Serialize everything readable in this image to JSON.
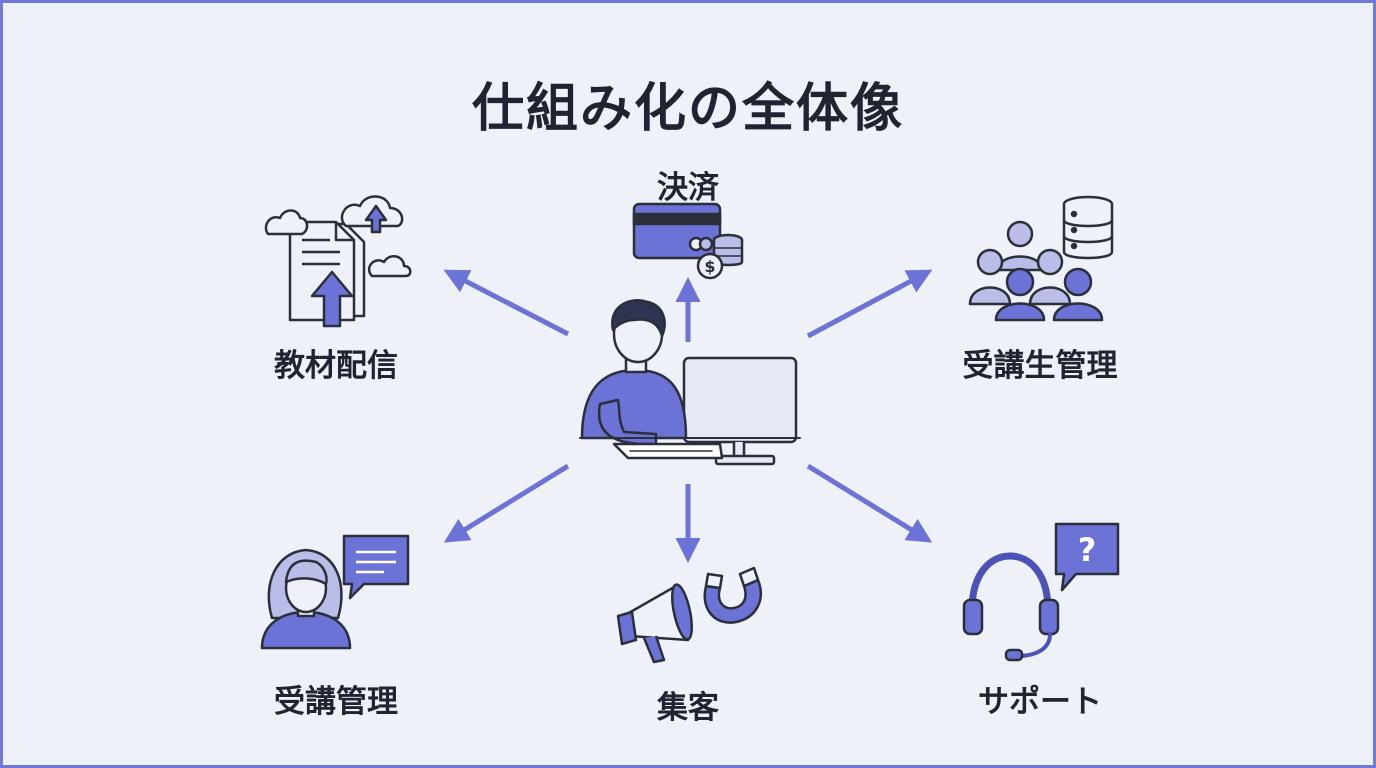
{
  "title": "仕組み化の全体像",
  "nodes": {
    "payment": "決済",
    "material": "教材配信",
    "student_mgmt": "受講生管理",
    "course_mgmt": "受講管理",
    "attract": "集客",
    "support": "サポート"
  },
  "colors": {
    "accent": "#6b73d6",
    "accent_dark": "#4b52b8",
    "light_fill": "#b9bde8",
    "line_dark": "#2b2f3a",
    "border": "#6f7bd6"
  },
  "icons": {
    "center": "person-at-computer-icon",
    "payment": "credit-card-coins-icon",
    "material": "document-upload-cloud-icon",
    "student_mgmt": "group-database-icon",
    "course_mgmt": "woman-chat-icon",
    "attract": "megaphone-magnet-icon",
    "support": "headset-question-icon"
  }
}
